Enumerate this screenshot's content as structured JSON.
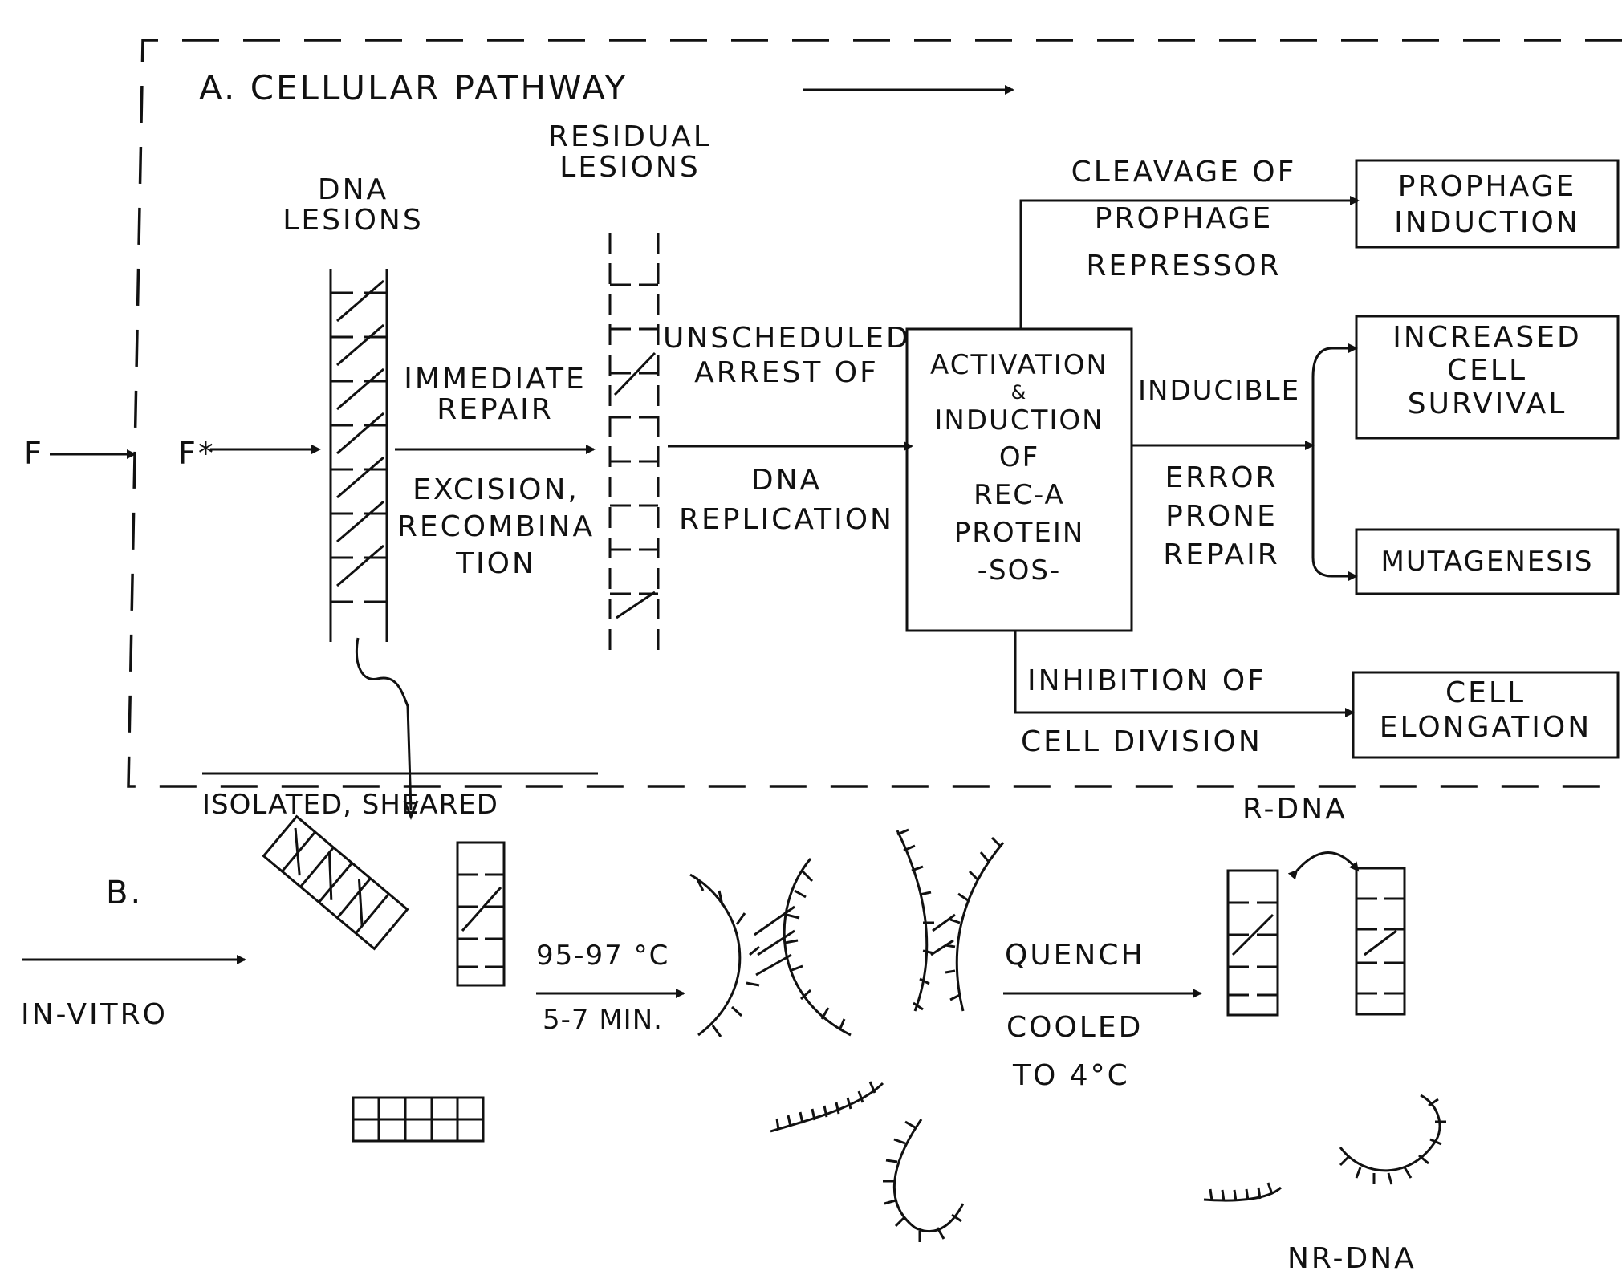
{
  "section_a": {
    "title": "A.  CELLULAR PATHWAY",
    "input": "F",
    "input_activated": "F*",
    "dna_lesions": [
      "DNA",
      "LESIONS"
    ],
    "residual_lesions": [
      "RESIDUAL",
      "LESIONS"
    ],
    "immediate_repair": [
      "IMMEDIATE",
      "REPAIR"
    ],
    "excision_recombination": [
      "EXCISION,",
      "RECOMBINA",
      "TION"
    ],
    "unscheduled_arrest": [
      "UNSCHEDULED",
      "ARREST OF"
    ],
    "dna_replication": [
      "DNA",
      "REPLICATION"
    ],
    "sos_box": [
      "ACTIVATION",
      "&",
      "INDUCTION",
      "OF",
      "REC-A",
      "PROTEIN",
      "-SOS-"
    ],
    "cleavage": [
      "CLEAVAGE OF",
      "PROPHAGE",
      "REPRESSOR"
    ],
    "inducible": "INDUCIBLE",
    "error_prone_repair": [
      "ERROR",
      "PRONE",
      "REPAIR"
    ],
    "inhibition": [
      "INHIBITION OF",
      "CELL DIVISION"
    ],
    "outcomes": {
      "prophage": [
        "PROPHAGE",
        "INDUCTION"
      ],
      "survival": [
        "INCREASED",
        "CELL",
        "SURVIVAL"
      ],
      "mutagenesis": [
        "MUTAGENESIS"
      ],
      "elongation": [
        "CELL",
        "ELONGATION"
      ]
    }
  },
  "section_b": {
    "title": "B.",
    "isolated_sheared": "ISOLATED, SHEARED",
    "in_vitro": "IN-VITRO",
    "heating": [
      "95-97 °C",
      "5-7 MIN."
    ],
    "cooling": [
      "QUENCH",
      "COOLED",
      "TO 4°C"
    ],
    "r_dna": "R-DNA",
    "nr_dna": "NR-DNA"
  }
}
